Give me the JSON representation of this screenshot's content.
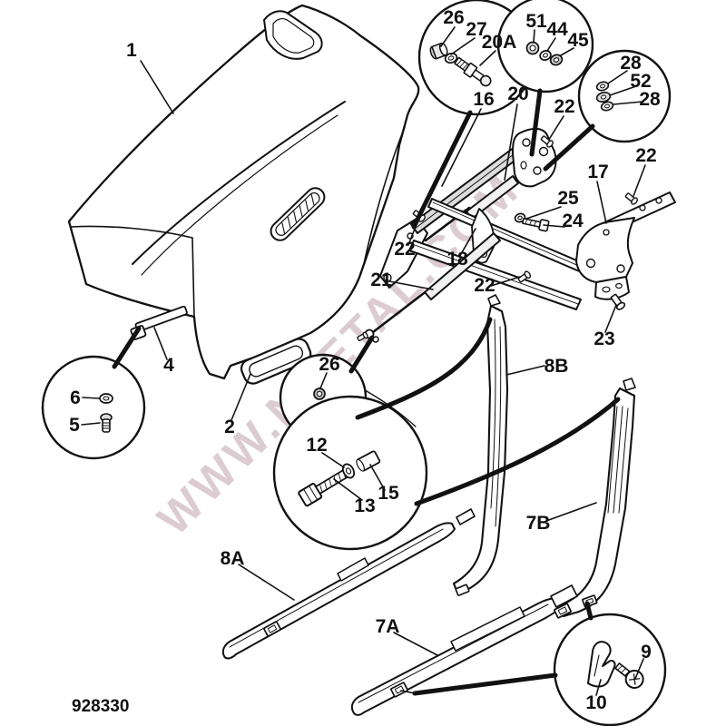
{
  "diagram": {
    "drawing_number": "928330",
    "watermark": "WWW.NDETAL.COM",
    "line_color": "#111111",
    "watermark_color": "#d6c4c9"
  },
  "labels": {
    "hood1": "1",
    "handle2": "2",
    "striker4": "4",
    "screw5": "5",
    "washer6": "6",
    "sill7a": "7A",
    "pillar7b": "7B",
    "sill8a": "8A",
    "pillar8b": "8B",
    "screw9": "9",
    "clip10": "10",
    "washer12": "12",
    "bolt13": "13",
    "spacer15": "15",
    "rail16": "16",
    "bracket17": "17",
    "tube18": "18",
    "strut20": "20",
    "ballstud20a": "20A",
    "strut21": "21",
    "bolt22a": "22",
    "bolt22b": "22",
    "bolt22c": "22",
    "bolt22d": "22",
    "bolt23": "23",
    "bolt24": "24",
    "washer25": "25",
    "bush26a": "26",
    "nut26b": "26",
    "washer27": "27",
    "washer28a": "28",
    "washer28b": "28",
    "washer44": "44",
    "washer45": "45",
    "nut51": "51",
    "washer52": "52"
  }
}
